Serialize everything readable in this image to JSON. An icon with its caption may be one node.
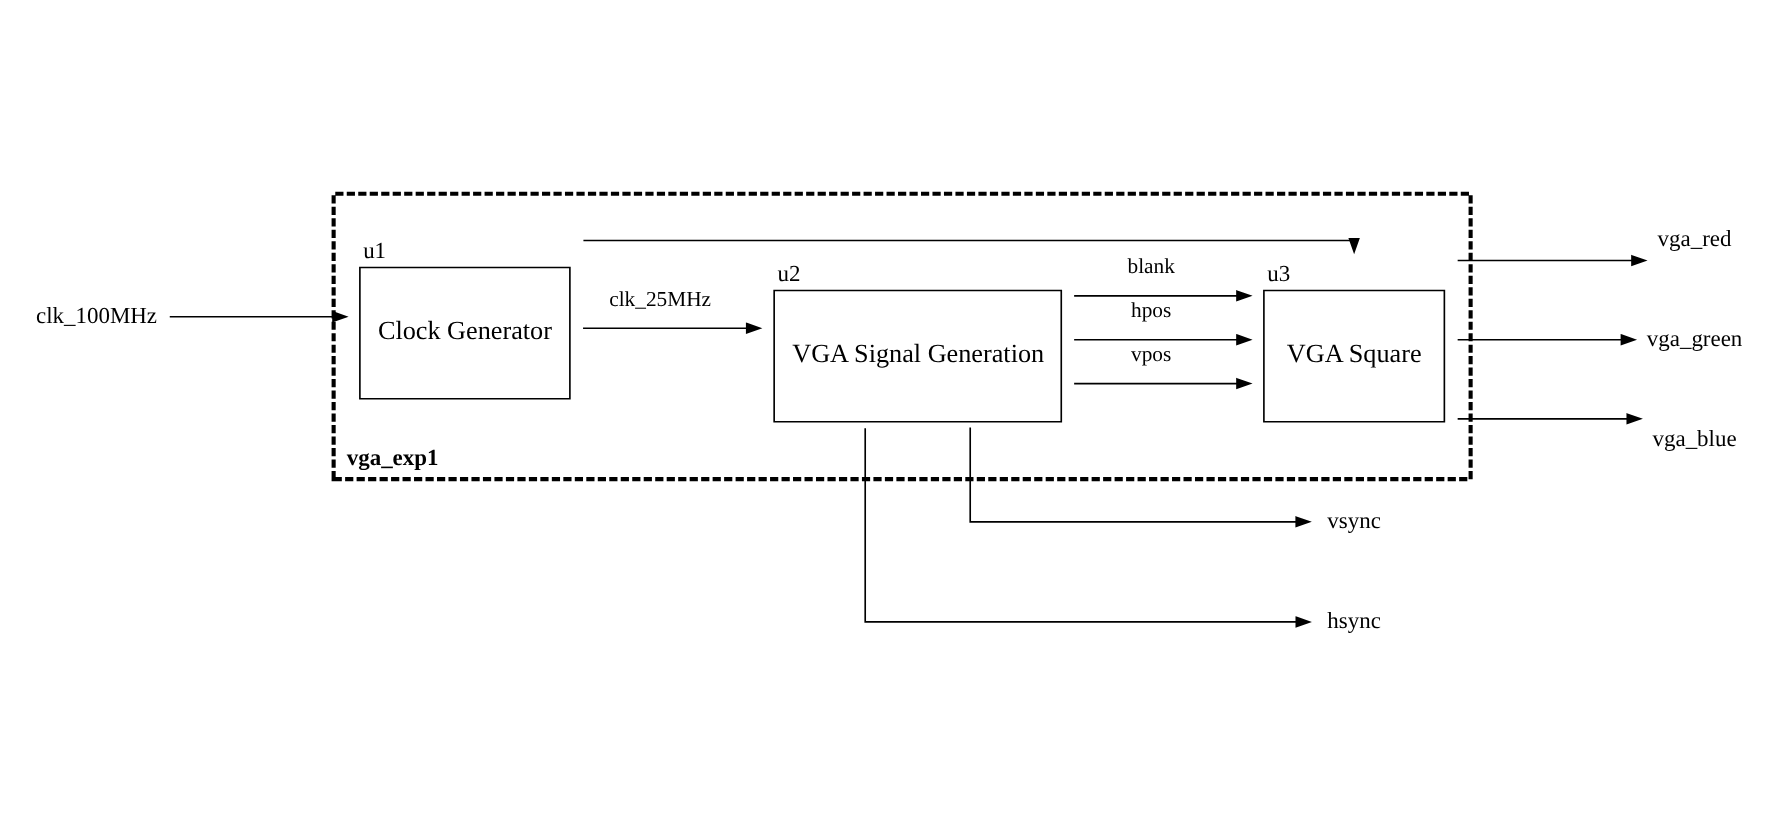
{
  "diagram": {
    "nodes": [
      {
        "text": [
          "vga_exp1"
        ]
      },
      {
        "text": [
          "clk_100MHz"
        ]
      },
      {
        "text": [
          "u1",
          "Clock Generator"
        ],
        "in": 0
      },
      {
        "text": [
          "u2",
          "VGA Signal Generation"
        ],
        "in": 0
      },
      {
        "text": [
          "u3",
          "VGA Square"
        ],
        "in": 0
      },
      {
        "text": [
          "vsync"
        ]
      },
      {
        "text": [
          "hsync"
        ]
      },
      {
        "text": [
          "vga_red"
        ]
      },
      {
        "text": [
          "vga_green"
        ]
      },
      {
        "text": [
          "vga_blue"
        ]
      }
    ],
    "edges": [
      {
        "from": 1,
        "to": 2,
        "arrow": "to"
      },
      {
        "from": 2,
        "to": 3,
        "arrow": "to",
        "label": "clk_25MHz"
      },
      {
        "from": 2,
        "to": 4,
        "arrow": "to"
      },
      {
        "from": 3,
        "to": 5,
        "arrow": "to"
      },
      {
        "from": 3,
        "to": 6,
        "arrow": "to"
      },
      {
        "from": 3,
        "to": 4,
        "arrow": "to",
        "label": "vpos"
      },
      {
        "from": 3,
        "to": 4,
        "arrow": "to",
        "label": "hpos"
      },
      {
        "from": 3,
        "to": 4,
        "arrow": "to",
        "label": "blank"
      },
      {
        "from": 4,
        "to": 7,
        "arrow": "to"
      },
      {
        "from": 4,
        "to": 8,
        "arrow": "to"
      },
      {
        "from": 4,
        "to": 9,
        "arrow": "to"
      }
    ]
  }
}
